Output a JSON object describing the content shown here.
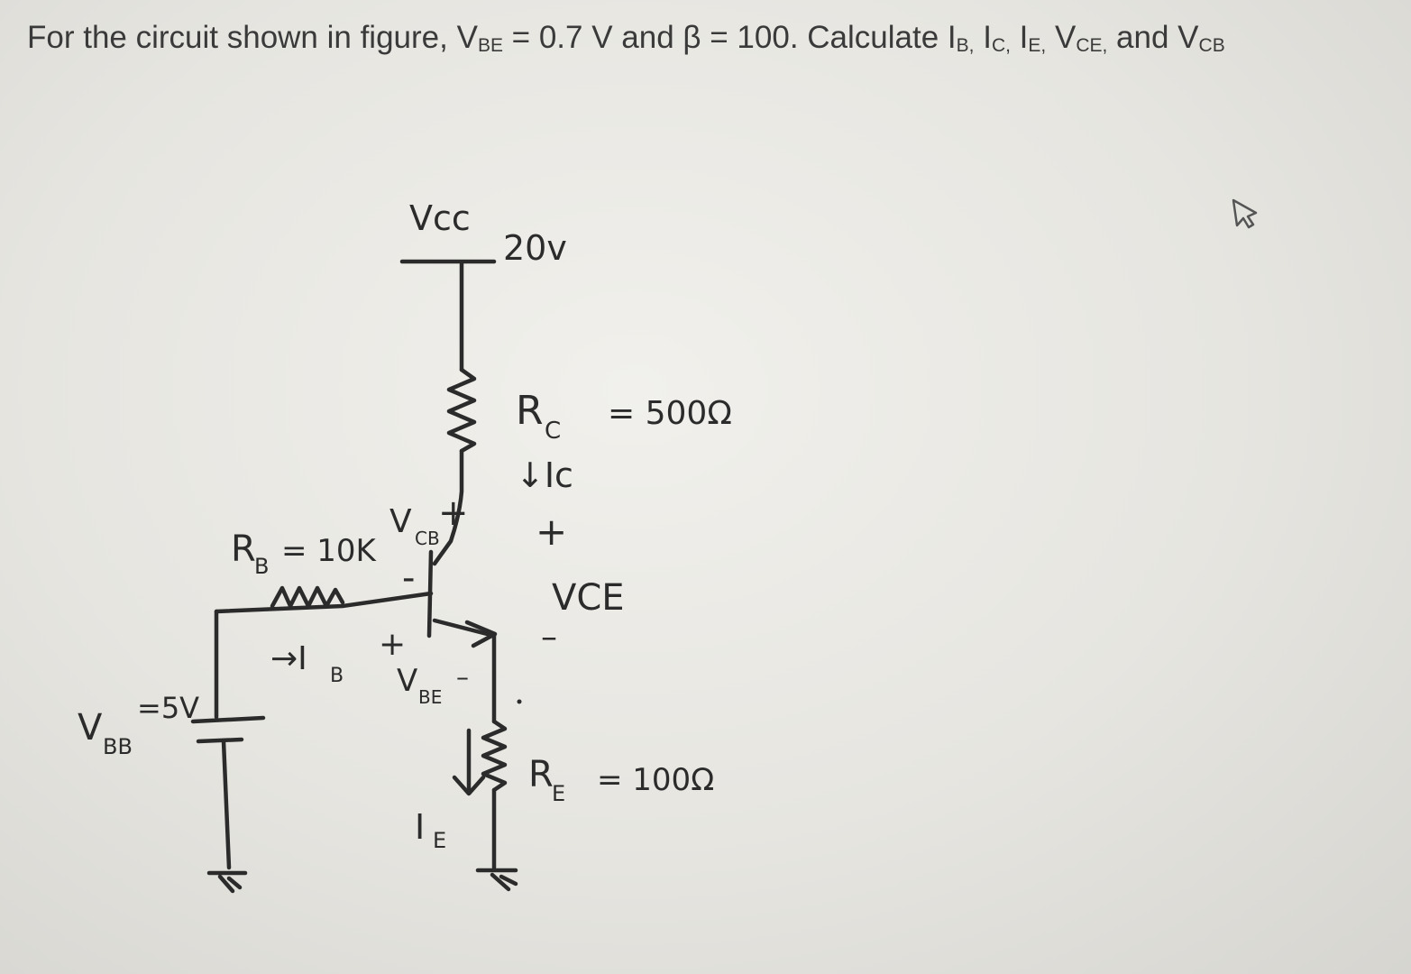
{
  "question": {
    "p1": "For the circuit shown in figure, V",
    "s1": "BE",
    "p2": " = 0.7 V and β = 100. Calculate I",
    "s2": "B,",
    "p3": " I",
    "s3": "C,",
    "p4": " I",
    "s4": "E,",
    "p5": " V",
    "s5": "CE,",
    "p6": " and V",
    "s6": "CB"
  },
  "circuit": {
    "vcc_label": "Vcc",
    "vcc_value": "20v",
    "rc_label": "R",
    "rc_sub": "C",
    "rc_value": "= 500Ω",
    "ic_label": "↓Ic",
    "vce_plus": "+",
    "vce_label": "VCE",
    "vce_minus": "–",
    "vcb_label": "V",
    "vcb_sub": "CB",
    "vcb_plus": "+",
    "vcb_minus": "-",
    "rb_label": "R",
    "rb_sub": "B",
    "rb_value": "= 10K",
    "ib_label": "→I",
    "ib_sub": "B",
    "vbe_plus": "+",
    "vbe_label": "V",
    "vbe_sub": "BE",
    "vbe_minus": "–",
    "vbb_label": "V",
    "vbb_sub": "BB",
    "vbb_value": "=5V",
    "re_label": "R",
    "re_sub": "E",
    "re_value": "= 100Ω",
    "ie_label": "I",
    "ie_sub": "E"
  },
  "colors": {
    "ink": "#2b2b2b",
    "paper": "#e9e8e4",
    "print": "#3a3a3a"
  }
}
